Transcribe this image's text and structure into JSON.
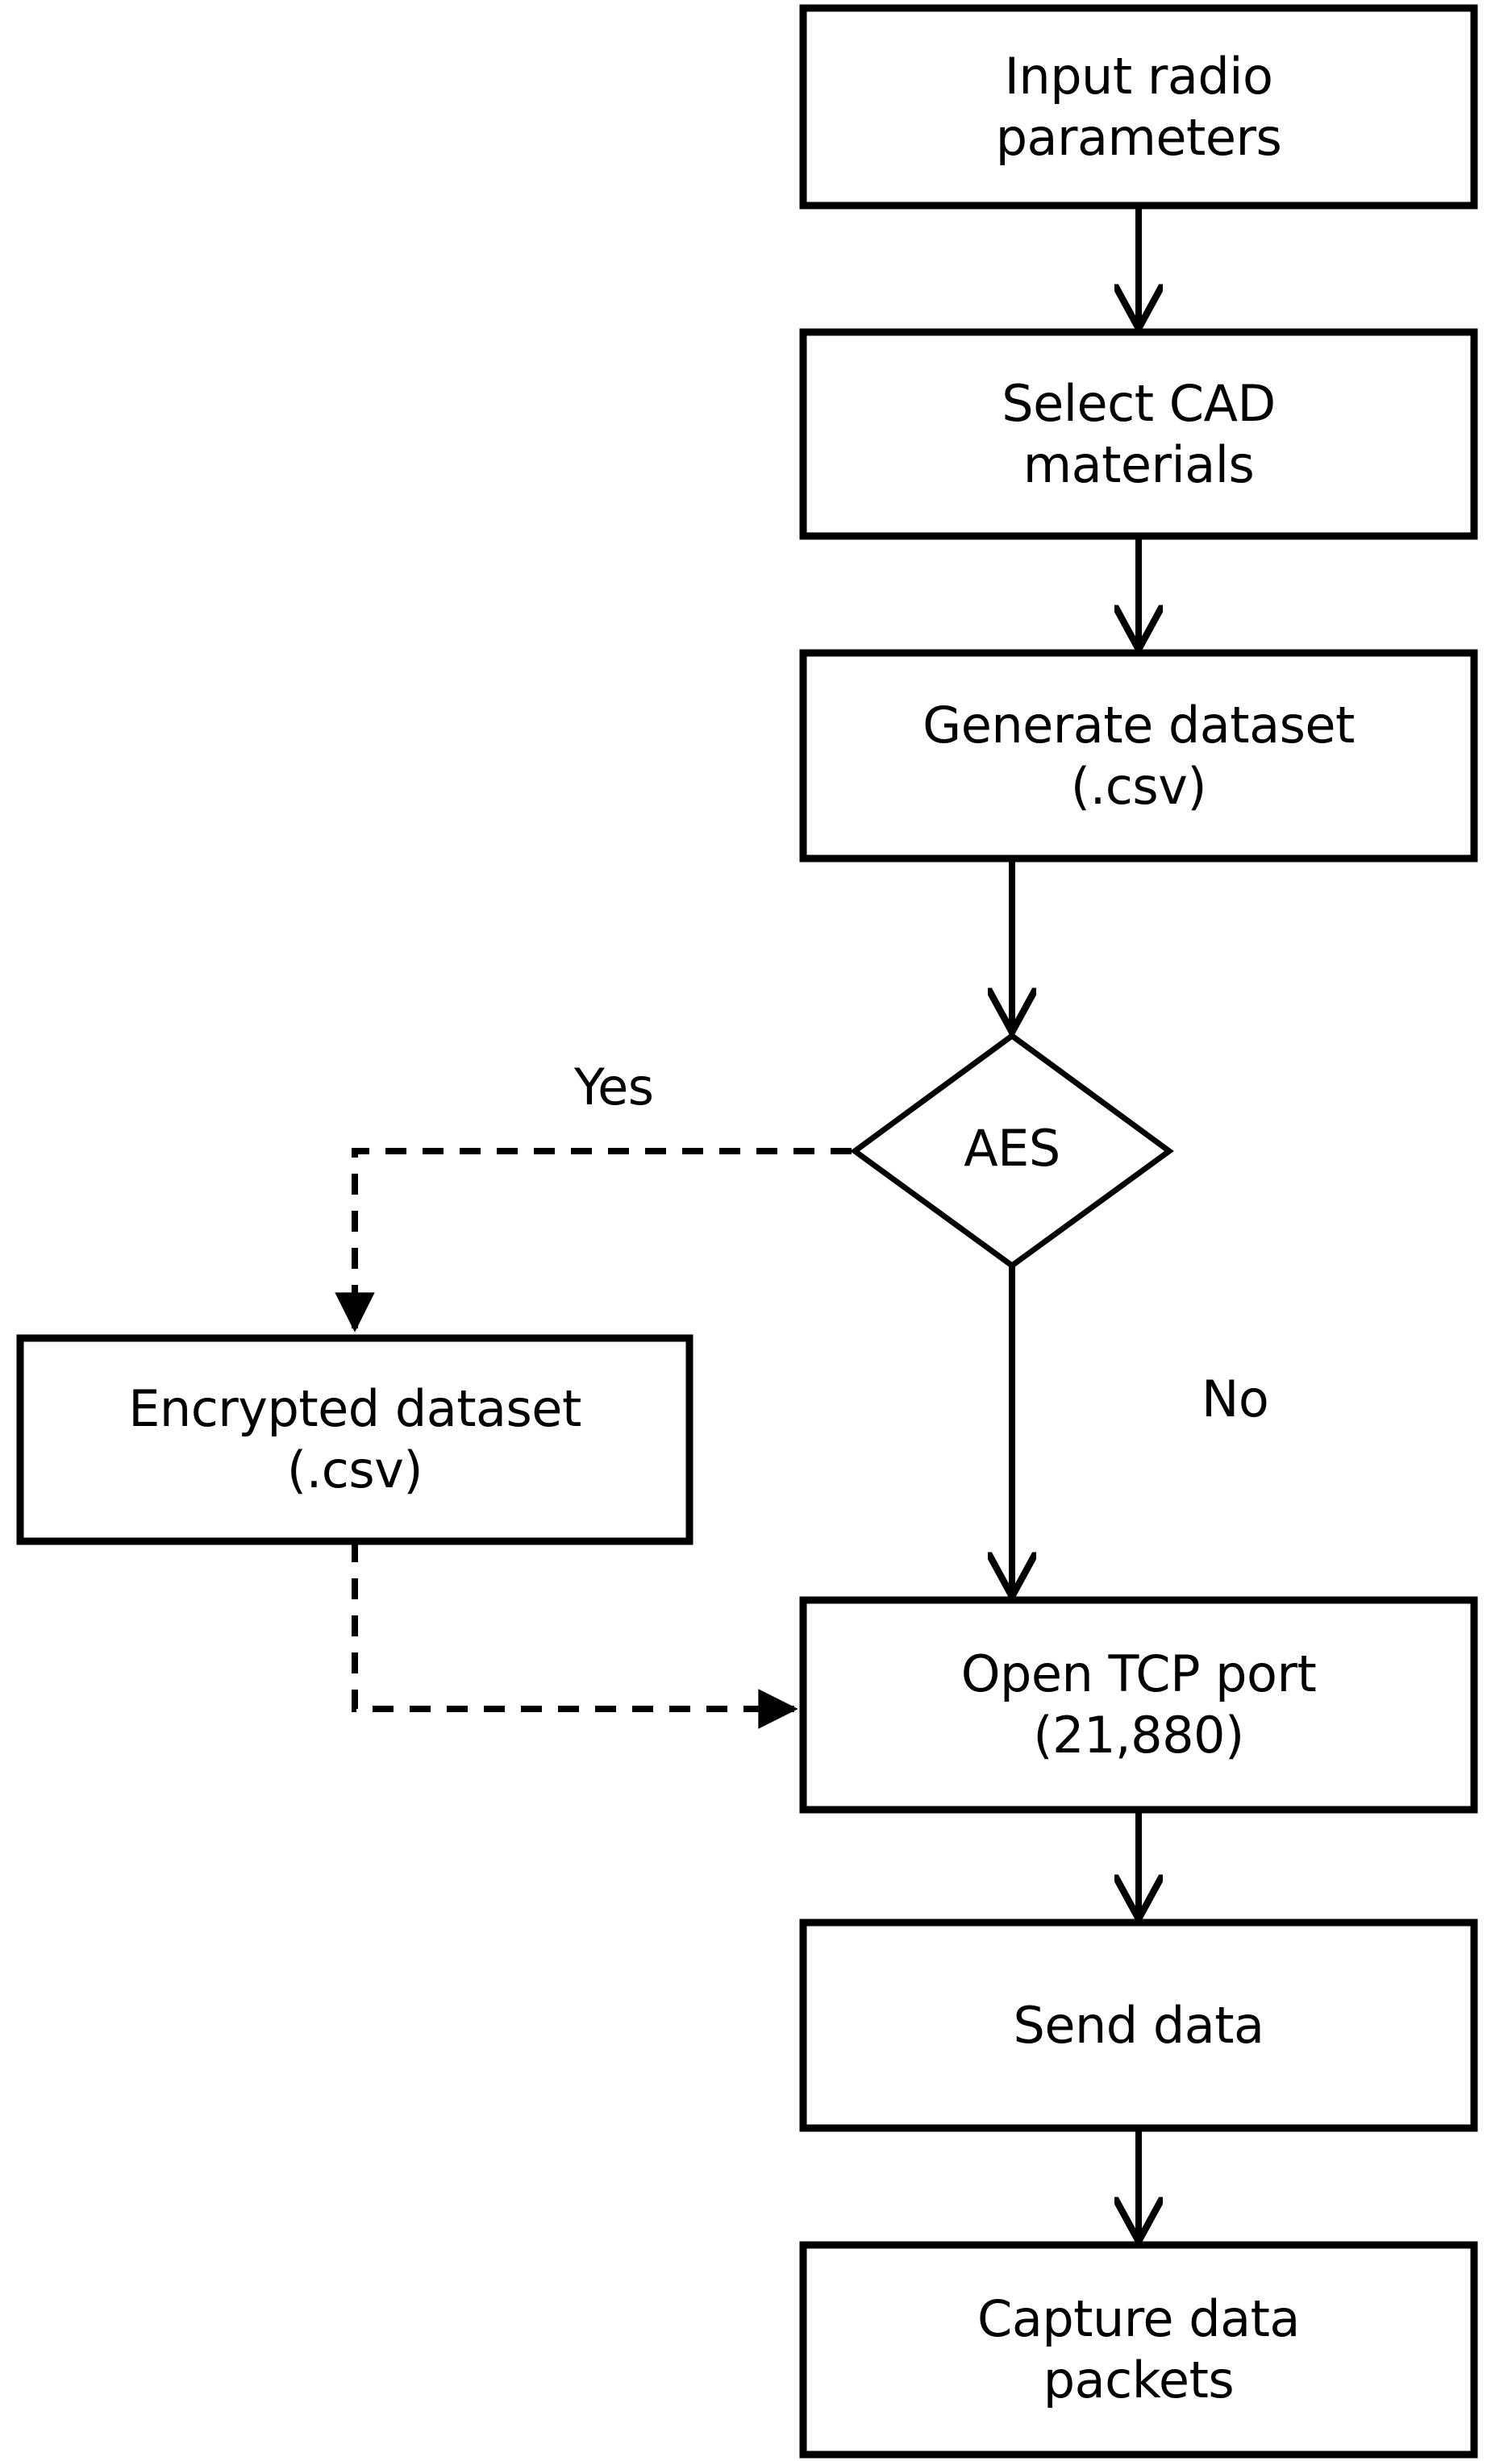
{
  "diagram": {
    "title": "Radio dataset generation and capture flowchart",
    "type": "flowchart",
    "stroke_color": "#000000",
    "fill_color": "#ffffff",
    "text_color": "#000000"
  },
  "nodes": {
    "input_radio_parameters": {
      "label": "Input radio\nparameters",
      "shape": "rectangle"
    },
    "select_cad_materials": {
      "label": "Select CAD\nmaterials",
      "shape": "rectangle"
    },
    "generate_dataset": {
      "label": "Generate dataset\n(.csv)",
      "shape": "rectangle"
    },
    "aes_decision": {
      "label": "AES",
      "shape": "diamond"
    },
    "encrypted_dataset": {
      "label": "Encrypted dataset\n(.csv)",
      "shape": "rectangle"
    },
    "open_tcp_port": {
      "label": "Open TCP port\n(21,880)",
      "shape": "rectangle"
    },
    "send_data": {
      "label": "Send data",
      "shape": "rectangle"
    },
    "capture_data_packets": {
      "label": "Capture data\npackets",
      "shape": "rectangle"
    }
  },
  "edges": {
    "yes_branch_label": "Yes",
    "no_branch_label": "No"
  },
  "flow_order": [
    "input_radio_parameters",
    "select_cad_materials",
    "generate_dataset",
    "aes_decision",
    "encrypted_dataset",
    "open_tcp_port",
    "send_data",
    "capture_data_packets"
  ]
}
